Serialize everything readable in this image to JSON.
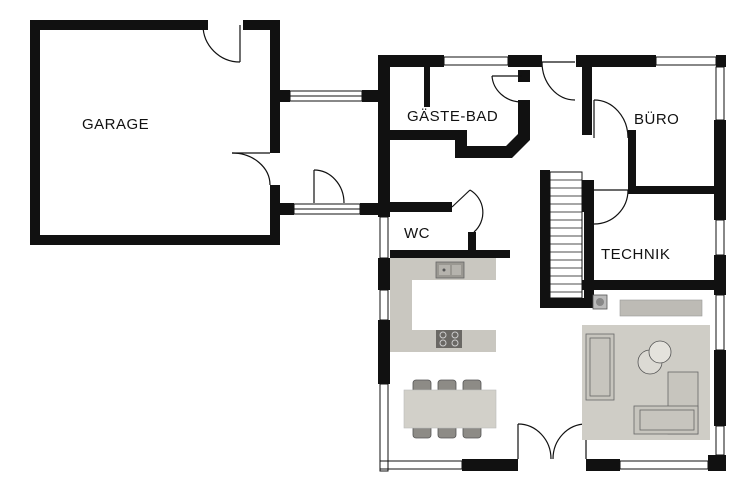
{
  "rooms": {
    "garage": "GARAGE",
    "guest_bath": "GÄSTE-BAD",
    "office": "BÜRO",
    "wc": "WC",
    "utility": "TECHNIK"
  },
  "colors": {
    "wall": "#111111",
    "kitchen_counter": "#c9c7c0",
    "living_rug": "#cfcdc6",
    "table": "#d2d0c9",
    "floor": "#ffffff"
  }
}
